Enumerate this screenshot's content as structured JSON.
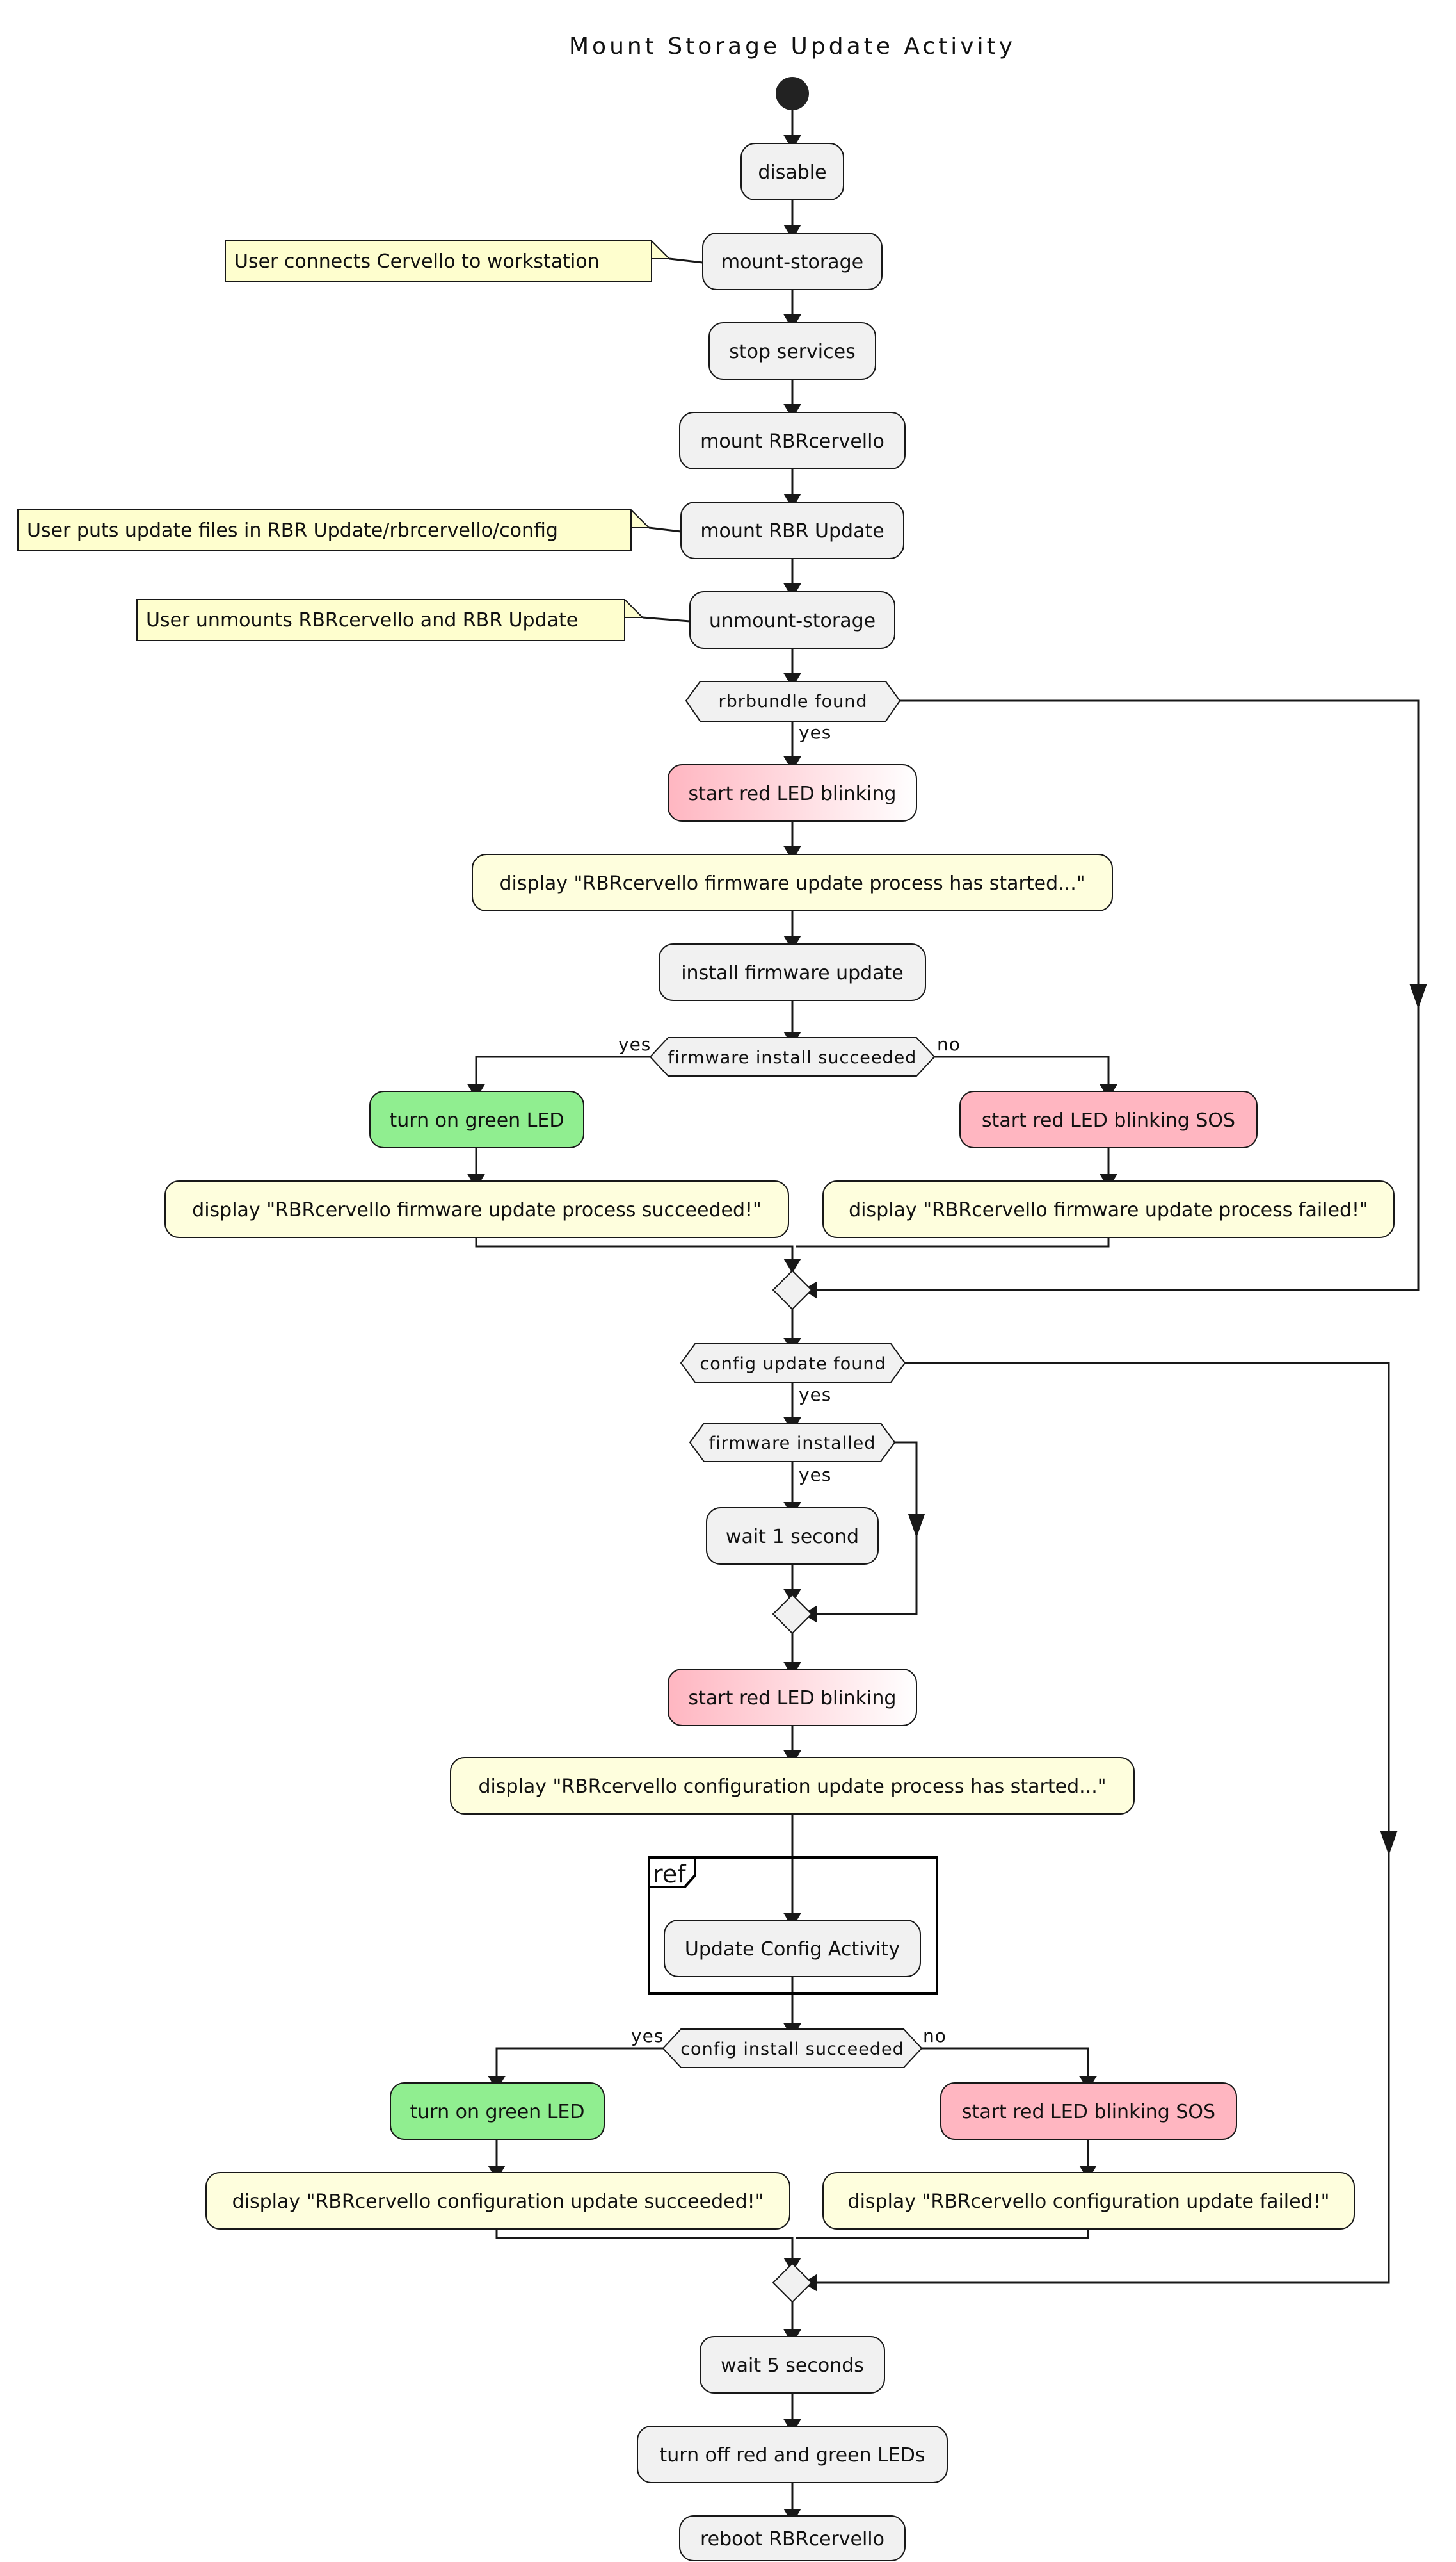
{
  "title": "Mount Storage Update Activity",
  "colors": {
    "activity": "#f1f1f1",
    "display": "#fefedd",
    "note": "#fefece",
    "green": "#90ee90",
    "red": "#ffb6c1"
  },
  "activities": {
    "disable": "disable",
    "mount_storage": "mount-storage",
    "stop_services": "stop services",
    "mount_rbrcervello": "mount RBRcervello",
    "mount_rbr_update": "mount RBR Update",
    "unmount_storage": "unmount-storage",
    "fw_red_blink": "start red LED blinking",
    "fw_display_started": "display \"RBRcervello firmware update process has started...\"",
    "fw_install": "install firmware update",
    "fw_green": "turn on green LED",
    "fw_sos": "start red LED blinking SOS",
    "fw_display_succeeded": "display \"RBRcervello firmware update process succeeded!\"",
    "fw_display_failed": "display \"RBRcervello firmware update process failed!\"",
    "wait_1": "wait 1 second",
    "cfg_red_blink": "start red LED blinking",
    "cfg_display_started": "display \"RBRcervello configuration update process has started...\"",
    "update_config": "Update Config Activity",
    "cfg_green": "turn on green LED",
    "cfg_sos": "start red LED blinking SOS",
    "cfg_display_succeeded": "display \"RBRcervello configuration update succeeded!\"",
    "cfg_display_failed": "display \"RBRcervello configuration update failed!\"",
    "wait_5": "wait 5 seconds",
    "turn_off": "turn off red and green LEDs",
    "reboot": "reboot RBRcervello"
  },
  "notes": {
    "connect": "User connects Cervello to workstation",
    "put_files": "User puts update files in RBR Update/rbrcervello/config",
    "unmount": "User unmounts RBRcervello and RBR Update"
  },
  "decisions": {
    "rbrbundle": "rbrbundle found",
    "fw_succeeded": "firmware install succeeded",
    "config_found": "config update found",
    "fw_installed": "firmware installed",
    "cfg_succeeded": "config install succeeded"
  },
  "labels": {
    "yes": "yes",
    "no": "no",
    "ref": "ref"
  }
}
